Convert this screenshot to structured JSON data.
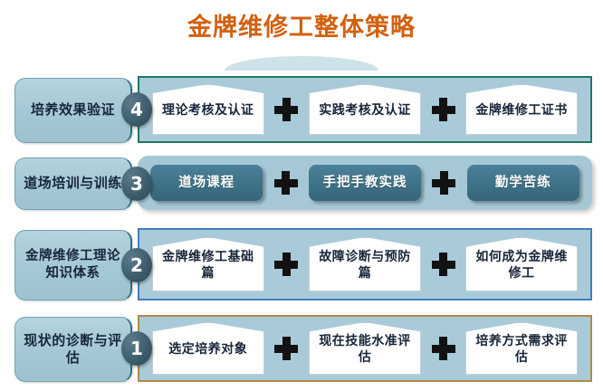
{
  "title": "金牌维修工整体策略",
  "colors": {
    "title": "#d2610f",
    "panel_fill": "#a9cbd9",
    "label_pill": "#a4c8d4",
    "number_badge": "#3c5c6c",
    "teal_box": "#3d7186",
    "row4_border": "#1f7a5e",
    "row2_border": "#3f7fbf",
    "row1_border": "#b08a43",
    "plus": "#121212",
    "white_box": "#ffffff"
  },
  "rows": [
    {
      "number": "4",
      "label": "培养效果验证",
      "style": "white-pentagon",
      "items": [
        "理论考核及认证",
        "实践考核及认证",
        "金牌维修工证书"
      ]
    },
    {
      "number": "3",
      "label": "道场培训与训练",
      "style": "teal-rounded",
      "items": [
        "道场课程",
        "手把手教实践",
        "勤学苦练"
      ]
    },
    {
      "number": "2",
      "label": "金牌维修工理论知识体系",
      "style": "white-pentagon",
      "items": [
        "金牌维修工基础篇",
        "故障诊断与预防篇",
        "如何成为金牌维修工"
      ]
    },
    {
      "number": "1",
      "label": "现状的诊断与评估",
      "style": "white-pentagon",
      "items": [
        "选定培养对象",
        "现在技能水准评估",
        "培养方式需求评估"
      ]
    }
  ],
  "icons": {
    "plus": "plus-icon"
  }
}
